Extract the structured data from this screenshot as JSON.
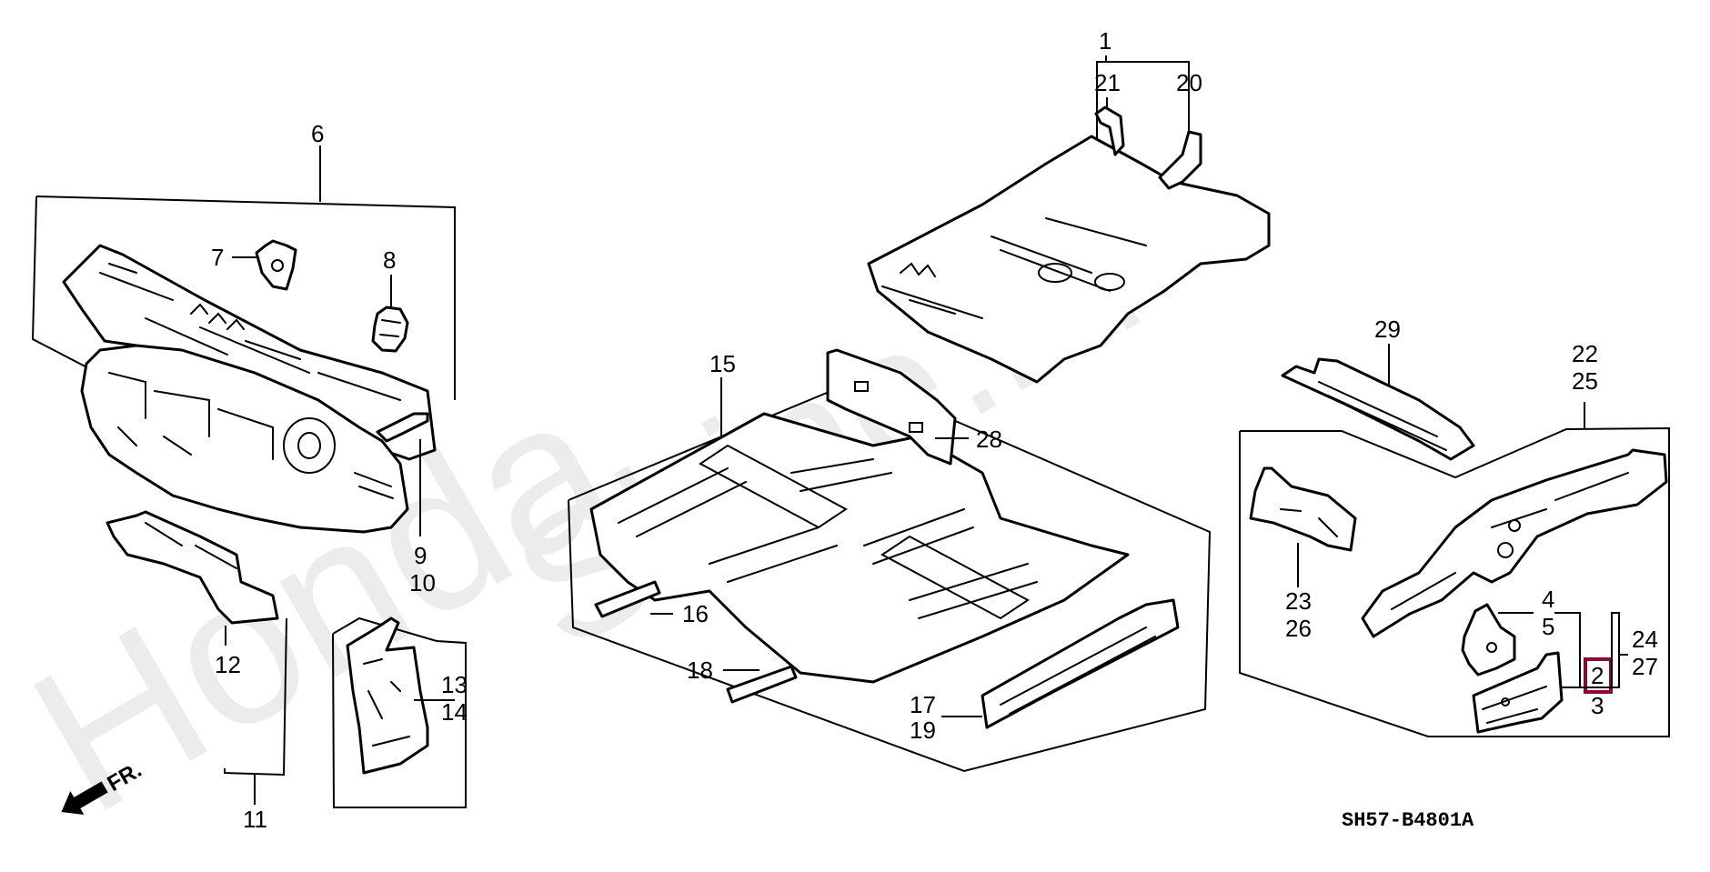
{
  "diagram": {
    "watermark_left": "Honda",
    "watermark_right": "Shine.ru",
    "diagram_code": "SH57-B4801A",
    "direction_label": "FR.",
    "highlight_color": "#8b0a35",
    "highlighted_part": "2",
    "callouts": {
      "c1": "1",
      "c2": "2",
      "c3": "3",
      "c4": "4",
      "c5": "5",
      "c6": "6",
      "c7": "7",
      "c8": "8",
      "c9": "9",
      "c10": "10",
      "c11": "11",
      "c12": "12",
      "c13": "13",
      "c14": "14",
      "c15": "15",
      "c16": "16",
      "c17": "17",
      "c18": "18",
      "c19": "19",
      "c20": "20",
      "c21": "21",
      "c22": "22",
      "c23": "23",
      "c24": "24",
      "c25": "25",
      "c26": "26",
      "c27": "27",
      "c28": "28",
      "c29": "29"
    }
  }
}
